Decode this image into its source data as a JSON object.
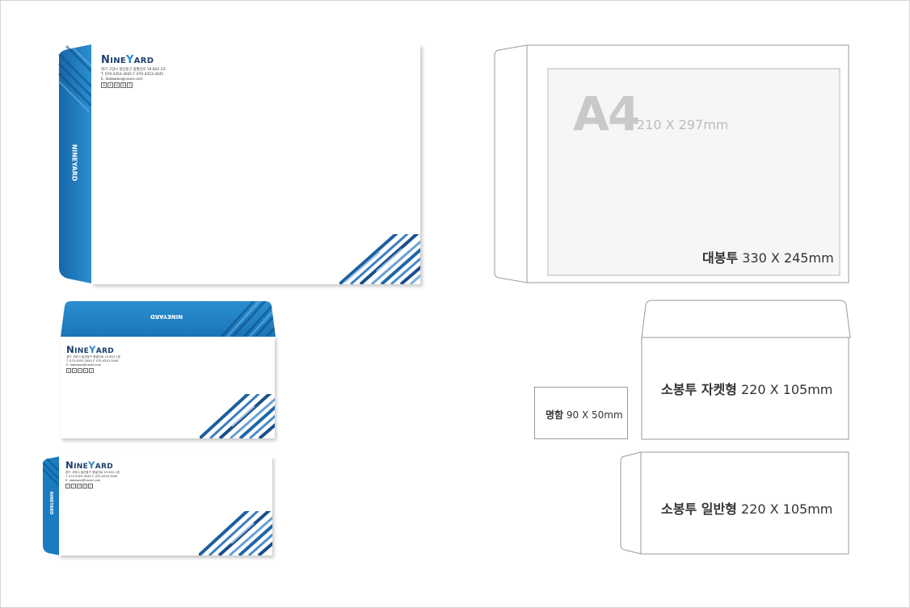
{
  "brand": {
    "initial_n": "N",
    "mid_text": "INE",
    "initial_y": "Y",
    "end_text": "ARD"
  },
  "vertical_logo": "NINEYARD",
  "address": {
    "line1": "경기 고양시 일산동구 정발산로 19 602-1호",
    "line2": "T. 070-4353-3045    F. 070-4353-3045",
    "line3": "E. dadawoo@naver.com",
    "postal": [
      "4",
      "4",
      "0",
      "6",
      "2"
    ]
  },
  "colors": {
    "brand_blue": "#1a7cc0",
    "navy": "#1d3f6e",
    "outline": "#9a9a9a",
    "a4_fill": "#f7f6f7"
  },
  "specs": {
    "a4_big": "A4",
    "a4_size": "210 X 297mm",
    "large_name": "대봉투",
    "large_size": "330 X 245mm",
    "card_name": "명함",
    "card_size": "90 X 50mm",
    "jacket_name": "소봉투 자켓형",
    "jacket_size": "220 X 105mm",
    "normal_name": "소봉투 일반형",
    "normal_size": "220 X 105mm"
  }
}
